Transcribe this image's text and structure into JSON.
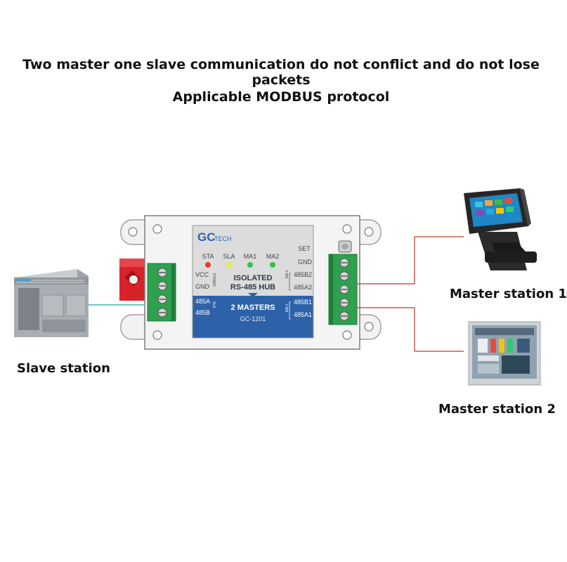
{
  "headline": {
    "line1": "Two master one slave communication do not conflict and do not lose packets",
    "line2": "Applicable MODBUS protocol"
  },
  "device": {
    "brand_gc": "GC",
    "brand_tech": "TECH",
    "leds": [
      {
        "label": "STA",
        "color": "#e53b2c"
      },
      {
        "label": "SLA",
        "color": "#f1e54a"
      },
      {
        "label": "MA1",
        "color": "#36c04a"
      },
      {
        "label": "MA2",
        "color": "#36c04a"
      }
    ],
    "set_label": "SET",
    "title_line1": "ISOLATED",
    "title_line2": "RS-485 HUB",
    "subtitle": "2 MASTERS",
    "model": "GC-1201",
    "left_pins": [
      "VCC",
      "GND",
      "485A",
      "485B"
    ],
    "left_group_power": "POWER",
    "left_group_slave": "SLA",
    "right_pins": [
      "GND",
      "485B2",
      "485A2",
      "485B1",
      "485A1"
    ],
    "right_group_ma2": "MA 2",
    "right_group_ma1": "MA 1"
  },
  "nodes": {
    "slave": "Slave station",
    "master1": "Master station 1",
    "master2": "Master station 2"
  },
  "colors": {
    "panel_gray": "#dcdcdc",
    "panel_blue": "#2d62a8",
    "terminal_green": "#2fa04e",
    "wire_red": "#c0392b",
    "wire_teal": "#1aa7a0",
    "mount_red": "#d8222a"
  }
}
